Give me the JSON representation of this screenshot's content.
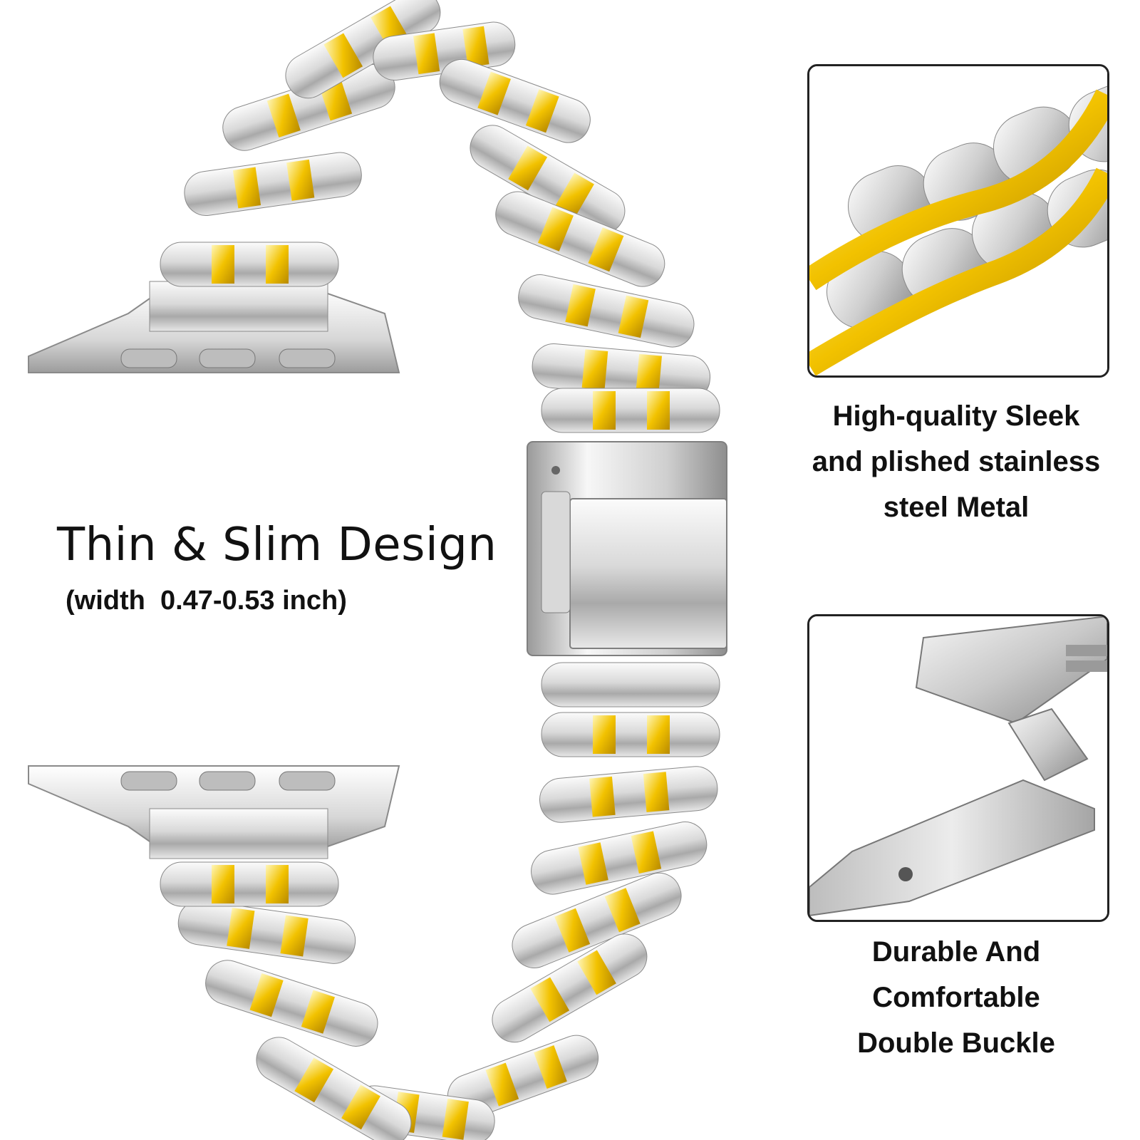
{
  "headline": "Thin & Slim Design",
  "subline": "(width  0.47-0.53 inch)",
  "feature_top": {
    "lines": [
      "High-quality Sleek",
      "and plished stainless",
      "steel Metal"
    ],
    "image": "stainless-steel-links-closeup"
  },
  "feature_bottom": {
    "lines": [
      "Durable And",
      "Comfortable",
      "Double Buckle"
    ],
    "image": "double-buckle-clasp-closeup"
  },
  "product_image": "two-tone-silver-gold-link-watch-band",
  "colors": {
    "silver_light": "#f4f4f4",
    "silver_mid": "#c8c8c8",
    "silver_dark": "#8a8a8a",
    "gold_light": "#fff1a0",
    "gold_mid": "#f2c200",
    "gold_dark": "#b88a00",
    "text": "#111111",
    "panel_border": "#222222"
  }
}
